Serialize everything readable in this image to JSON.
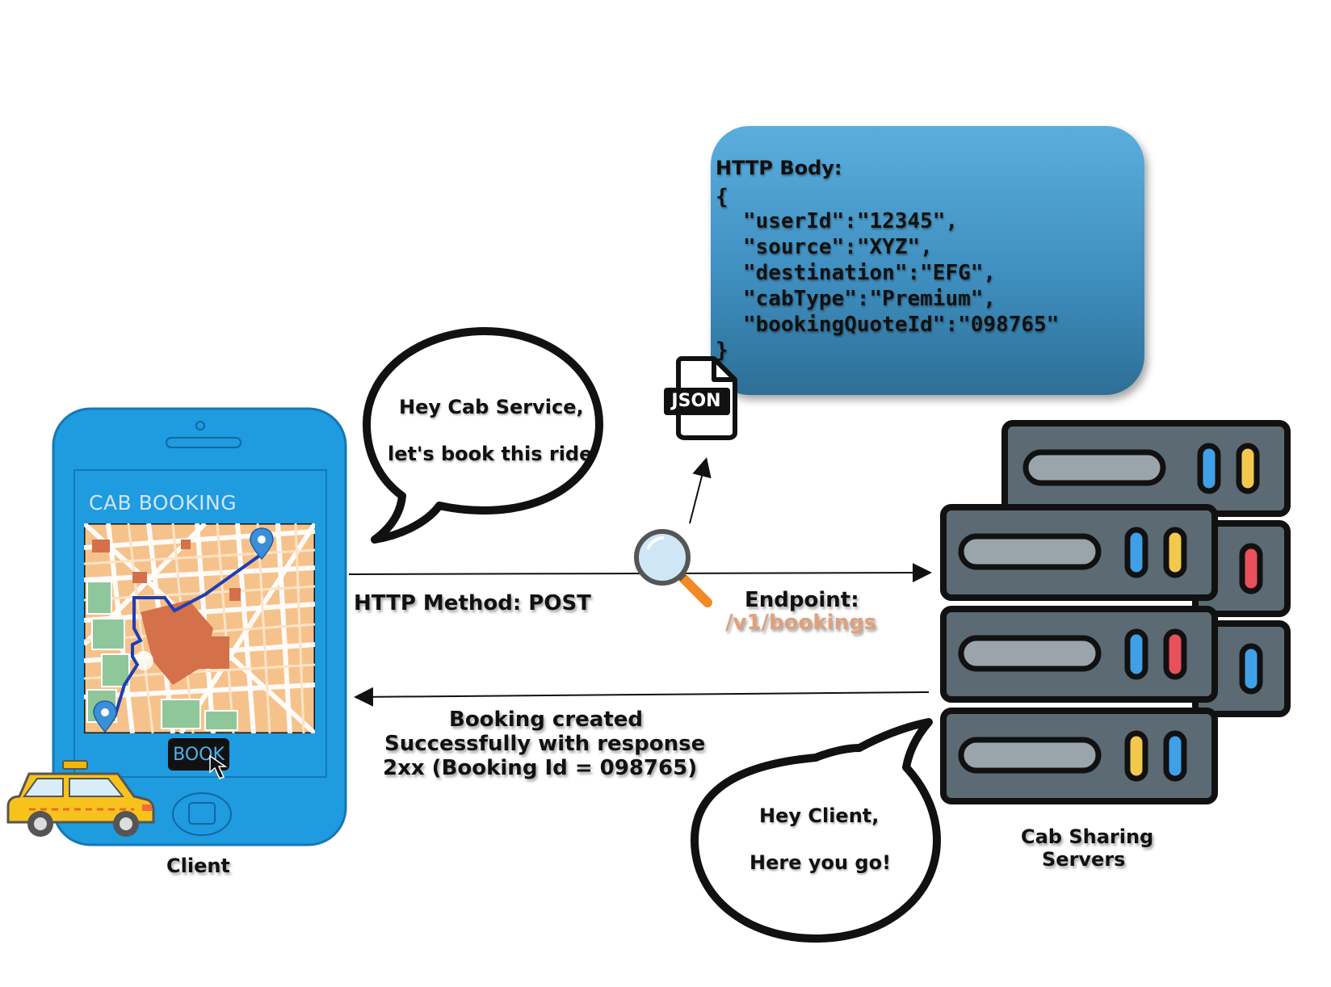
{
  "client": {
    "app_title": "CAB BOOKING",
    "book_button": "BOOK",
    "label": "Client"
  },
  "request_bubble": {
    "line1": "Hey Cab Service,",
    "line2": "let's book this ride"
  },
  "response_bubble": {
    "line1": "Hey Client,",
    "line2": "Here you go!"
  },
  "request": {
    "method_label": "HTTP Method: POST",
    "endpoint_label": "Endpoint:",
    "endpoint_path": "/v1/bookings"
  },
  "json_file_icon": "JSON",
  "http_body": {
    "title": "HTTP Body:",
    "open": "{",
    "lines": [
      "\"userId\":\"12345\",",
      "\"source\":\"XYZ\",",
      "\"destination\":\"EFG\",",
      "\"cabType\":\"Premium\",",
      "\"bookingQuoteId\":\"098765\""
    ],
    "close": "}"
  },
  "response": {
    "line1": "Booking created",
    "line2": "Successfully with response",
    "line3": "2xx (Booking Id = 098765)"
  },
  "servers": {
    "line1": "Cab Sharing",
    "line2": "Servers"
  },
  "colors": {
    "phone": "#1f9be0",
    "json_box": "#3f8fc0",
    "endpoint_path": "#e0a07a",
    "server_body": "#5b6a73",
    "led_blue": "#3fa0e8",
    "led_yellow": "#f2c94c",
    "led_red": "#e8505b"
  }
}
